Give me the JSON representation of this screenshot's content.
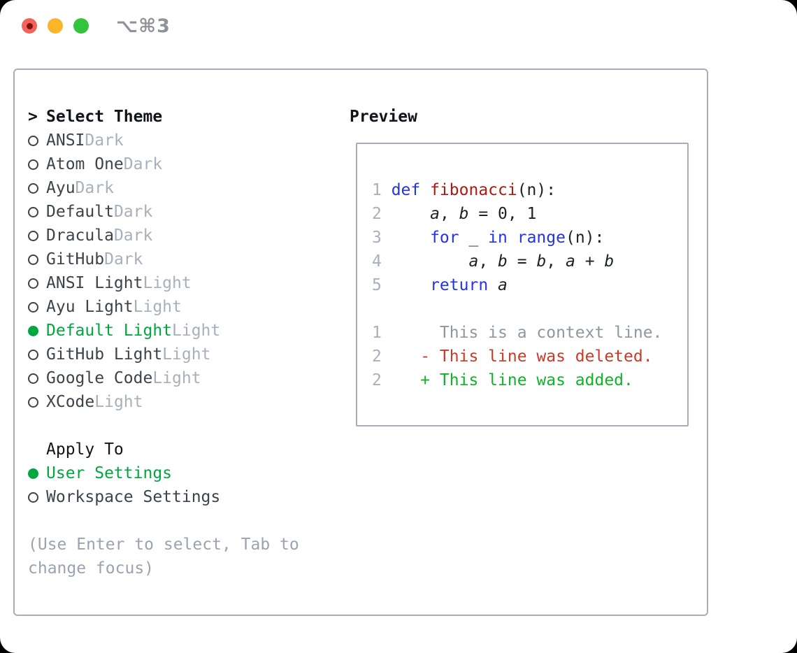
{
  "colors": {
    "accent_green": "#00a73e",
    "diff_added_green": "#10b228",
    "diff_deleted_red": "#c93a27",
    "keyword_blue": "#2233e8",
    "function_red": "#ab1a13",
    "code_text": "#1d2126",
    "muted_gray": "#a8b0bb",
    "context_gray": "#8f97a1",
    "item_text": "#3c434b",
    "heading_text": "#111418",
    "panel_border": "#a8aeb8",
    "hint_gray": "#9aa3af",
    "titlebar_gray": "#8f9399",
    "traffic_red": "#f4615a",
    "traffic_red_dot": "#7c140e",
    "traffic_yellow": "#fbb52a",
    "traffic_green": "#33c43e"
  },
  "window": {
    "shortcut": "⌥⌘3"
  },
  "theme_panel": {
    "prompt": ">",
    "heading": "Select Theme",
    "items": [
      {
        "name": "ANSI",
        "variant": "Dark",
        "selected": false
      },
      {
        "name": "Atom One",
        "variant": "Dark",
        "selected": false
      },
      {
        "name": "Ayu",
        "variant": "Dark",
        "selected": false
      },
      {
        "name": "Default",
        "variant": "Dark",
        "selected": false
      },
      {
        "name": "Dracula",
        "variant": "Dark",
        "selected": false
      },
      {
        "name": "GitHub",
        "variant": "Dark",
        "selected": false
      },
      {
        "name": "ANSI Light",
        "variant": "Light",
        "selected": false
      },
      {
        "name": "Ayu Light",
        "variant": "Light",
        "selected": false
      },
      {
        "name": "Default Light",
        "variant": "Light",
        "selected": true
      },
      {
        "name": "GitHub Light",
        "variant": "Light",
        "selected": false
      },
      {
        "name": "Google Code",
        "variant": "Light",
        "selected": false
      },
      {
        "name": "XCode",
        "variant": "Light",
        "selected": false
      }
    ],
    "apply_to": {
      "heading": "Apply To",
      "options": [
        {
          "label": "User Settings",
          "selected": true
        },
        {
          "label": "Workspace Settings",
          "selected": false
        }
      ]
    },
    "hint_line1": "(Use Enter to select, Tab to",
    "hint_line2": "change focus)"
  },
  "preview": {
    "heading": "Preview",
    "code_lines": [
      {
        "num": "1",
        "segments": [
          {
            "type": "keyword",
            "text": "def "
          },
          {
            "type": "function",
            "text": "fibonacci"
          },
          {
            "type": "plain",
            "text": "(n):"
          }
        ]
      },
      {
        "num": "2",
        "segments": [
          {
            "type": "plain",
            "text": "    "
          },
          {
            "type": "variable",
            "text": "a"
          },
          {
            "type": "plain",
            "text": ", "
          },
          {
            "type": "variable",
            "text": "b"
          },
          {
            "type": "plain",
            "text": " = 0, 1"
          }
        ]
      },
      {
        "num": "3",
        "segments": [
          {
            "type": "plain",
            "text": "    "
          },
          {
            "type": "keyword",
            "text": "for"
          },
          {
            "type": "plain",
            "text": " _ "
          },
          {
            "type": "keyword",
            "text": "in"
          },
          {
            "type": "plain",
            "text": " "
          },
          {
            "type": "keyword",
            "text": "range"
          },
          {
            "type": "plain",
            "text": "(n):"
          }
        ]
      },
      {
        "num": "4",
        "segments": [
          {
            "type": "plain",
            "text": "        "
          },
          {
            "type": "variable",
            "text": "a"
          },
          {
            "type": "plain",
            "text": ", "
          },
          {
            "type": "variable",
            "text": "b"
          },
          {
            "type": "plain",
            "text": " = "
          },
          {
            "type": "variable",
            "text": "b"
          },
          {
            "type": "plain",
            "text": ", "
          },
          {
            "type": "variable",
            "text": "a"
          },
          {
            "type": "plain",
            "text": " + "
          },
          {
            "type": "variable",
            "text": "b"
          }
        ]
      },
      {
        "num": "5",
        "segments": [
          {
            "type": "plain",
            "text": "    "
          },
          {
            "type": "keyword",
            "text": "return"
          },
          {
            "type": "plain",
            "text": " "
          },
          {
            "type": "variable",
            "text": "a"
          }
        ]
      }
    ],
    "diff_lines": [
      {
        "num": "1",
        "type": "context",
        "text": "     This is a context line."
      },
      {
        "num": "2",
        "type": "deleted",
        "text": "   - This line was deleted."
      },
      {
        "num": "2",
        "type": "added",
        "text": "   + This line was added."
      }
    ]
  }
}
